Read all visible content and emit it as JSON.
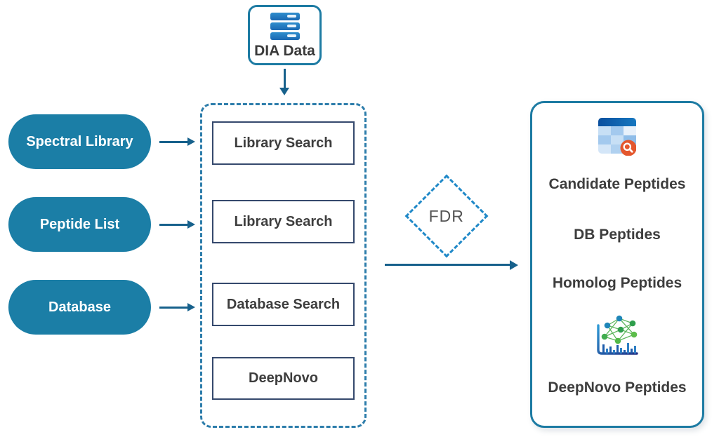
{
  "nodes": {
    "dia_data": {
      "label": "DIA Data",
      "icon": "database-stack-icon"
    },
    "inputs": [
      {
        "label": "Spectral Library"
      },
      {
        "label": "Peptide List"
      },
      {
        "label": "Database"
      }
    ],
    "search_modules": [
      {
        "label": "Library Search"
      },
      {
        "label": "Library Search"
      },
      {
        "label": "Database Search"
      },
      {
        "label": "DeepNovo"
      }
    ],
    "fdr": {
      "label": "FDR"
    },
    "outputs": [
      {
        "label": "Candidate Peptides",
        "icon": "table-search-icon"
      },
      {
        "label": "DB Peptides"
      },
      {
        "label": "Homolog Peptides"
      },
      {
        "label": "DeepNovo Peptides",
        "icon": "spectrum-network-icon"
      }
    ]
  },
  "colors": {
    "pill_fill": "#1B7EA6",
    "pill_text": "#FFFFFF",
    "arrow": "#17618C",
    "search_container_dash": "#2D7DAB",
    "search_box_border": "#35496D",
    "fdr_dash": "#2089C8",
    "fdr_text": "#545454",
    "results_border": "#1D7BA3",
    "node_border": "#1D7BA3",
    "label_text": "#3D3D3D",
    "table_header_blue": "#0A4F9E",
    "magnifier_badge_orange": "#E4572E",
    "icon_bar_blue": "#1D5CAB",
    "network_green": "#41AD4F",
    "network_teal": "#1F86B8"
  }
}
